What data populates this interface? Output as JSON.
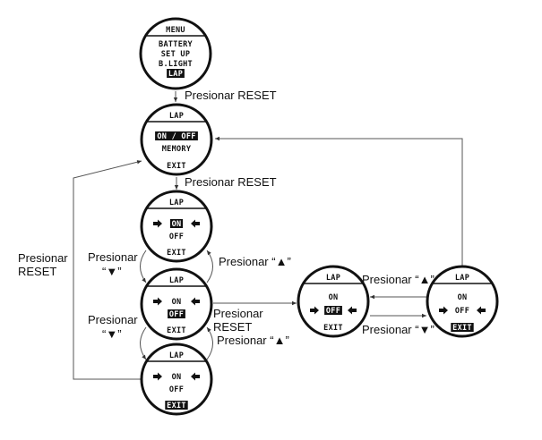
{
  "diagram": {
    "title": "LAP menu navigation flow",
    "screens": [
      {
        "id": "menu",
        "header": "MENU",
        "lines": [
          {
            "text": "BATTERY",
            "selected": false
          },
          {
            "text": "SET UP",
            "selected": false
          },
          {
            "text": "B.LIGHT",
            "selected": false
          },
          {
            "text": "LAP",
            "selected": true
          }
        ],
        "footer": ""
      },
      {
        "id": "lap-main",
        "header": "LAP",
        "lines": [
          {
            "text": "ON / OFF",
            "selected": true
          },
          {
            "text": "MEMORY",
            "selected": false
          }
        ],
        "footer": "EXIT",
        "footer_selected": false
      },
      {
        "id": "lap-on",
        "header": "LAP",
        "lines": [
          {
            "text": "ON",
            "selected": true,
            "pointer": true
          },
          {
            "text": "OFF",
            "selected": false
          }
        ],
        "footer": "EXIT",
        "footer_selected": false
      },
      {
        "id": "lap-off",
        "header": "LAP",
        "lines": [
          {
            "text": "ON",
            "selected": false,
            "pointer": true
          },
          {
            "text": "OFF",
            "selected": true
          }
        ],
        "footer": "EXIT",
        "footer_selected": false
      },
      {
        "id": "lap-exit",
        "header": "LAP",
        "lines": [
          {
            "text": "ON",
            "selected": false,
            "pointer": true
          },
          {
            "text": "OFF",
            "selected": false
          }
        ],
        "footer": "EXIT",
        "footer_selected": true
      },
      {
        "id": "lap-off-confirmed",
        "header": "LAP",
        "lines": [
          {
            "text": "ON",
            "selected": false
          },
          {
            "text": "OFF",
            "selected": true,
            "pointer": true
          }
        ],
        "footer": "EXIT",
        "footer_selected": false
      },
      {
        "id": "lap-off-exit",
        "header": "LAP",
        "lines": [
          {
            "text": "ON",
            "selected": false
          },
          {
            "text": "OFF",
            "selected": false,
            "pointer": true
          }
        ],
        "footer": "EXIT",
        "footer_selected": true
      }
    ],
    "labels": {
      "reset_1": "Presionar RESET",
      "reset_2": "Presionar RESET",
      "left_reset_line1": "Presionar",
      "left_reset_line2": "RESET",
      "down_1_line1": "Presionar",
      "down_1_line2": "“▼”",
      "down_2_line1": "Presionar",
      "down_2_line2": "“▼”",
      "up_1": "Presionar “▲”",
      "up_2": "Presionar “▲”",
      "reset_off_line1": "Presionar",
      "reset_off_line2": "RESET",
      "up_right": "Presionar “▲”",
      "down_right": "Presionar “▼”"
    }
  }
}
